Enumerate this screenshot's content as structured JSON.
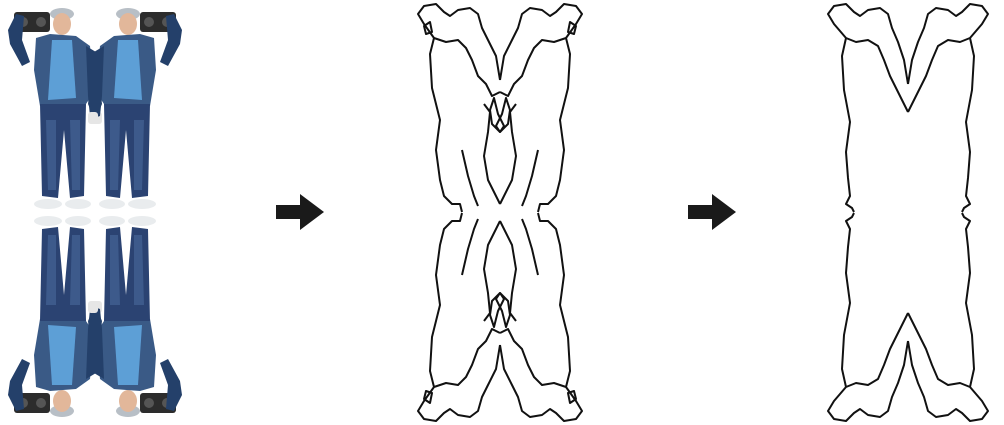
{
  "figure": {
    "stages": [
      {
        "id": "photo",
        "description_name": "mirrored-photo-composite",
        "copies": 4
      },
      {
        "id": "contour",
        "description_name": "detailed-contour",
        "copies": 4
      },
      {
        "id": "outline",
        "description_name": "simplified-outer-outline",
        "copies": 4
      }
    ],
    "arrows": [
      {
        "from": "photo",
        "to": "contour",
        "icon": "right-arrow-icon"
      },
      {
        "from": "contour",
        "to": "outline",
        "icon": "right-arrow-icon"
      }
    ],
    "colors": {
      "jacket": "#3a5a86",
      "jacket_dark": "#24406a",
      "shirt": "#5d9fd6",
      "jeans": "#2b4372",
      "jeans_light": "#4a6a9c",
      "skin": "#e2b79a",
      "cap": "#b8bfc6",
      "sneaker": "#e9ecee",
      "boombox": "#2c2c2c",
      "stroke": "#111111",
      "arrow": "#1a1a1a"
    }
  }
}
